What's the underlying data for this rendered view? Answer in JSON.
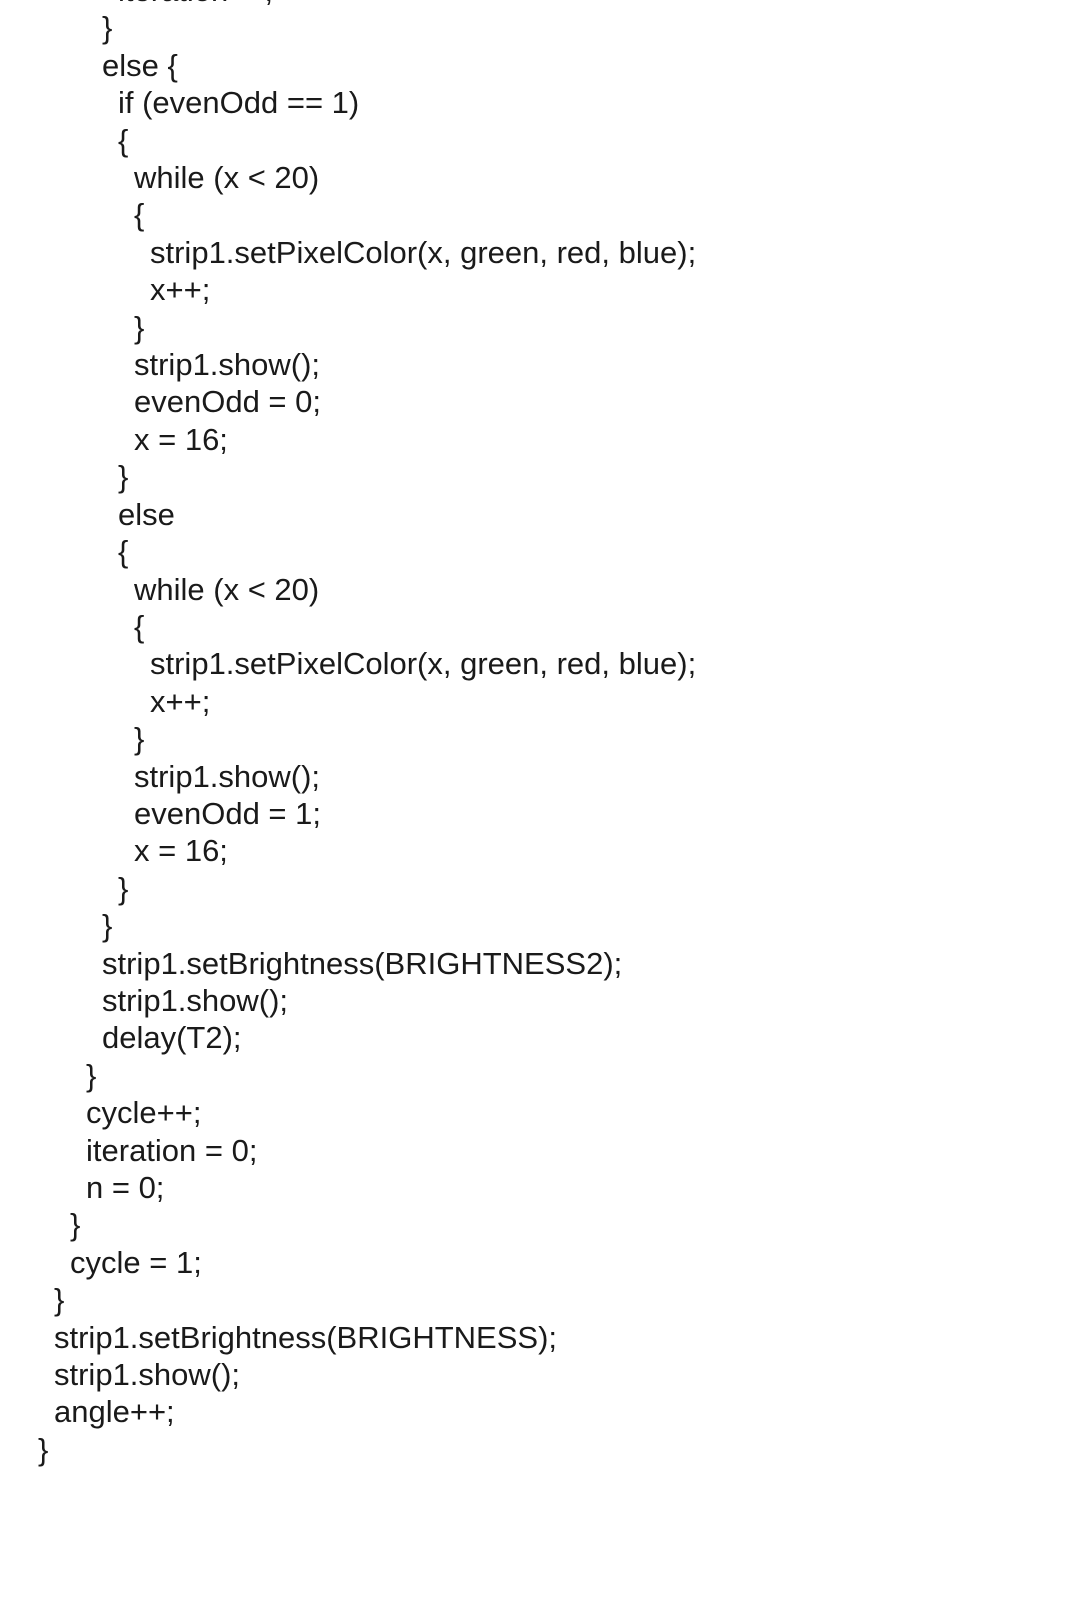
{
  "code": {
    "lines": [
      {
        "indent": 5,
        "text": "iteration++;"
      },
      {
        "indent": 4,
        "text": "}"
      },
      {
        "indent": 4,
        "text": "else {"
      },
      {
        "indent": 5,
        "text": "if (evenOdd == 1)"
      },
      {
        "indent": 5,
        "text": "{"
      },
      {
        "indent": 6,
        "text": "while (x < 20)"
      },
      {
        "indent": 6,
        "text": "{"
      },
      {
        "indent": 7,
        "text": "strip1.setPixelColor(x, green, red, blue);"
      },
      {
        "indent": 7,
        "text": "x++;"
      },
      {
        "indent": 6,
        "text": "}"
      },
      {
        "indent": 6,
        "text": "strip1.show();"
      },
      {
        "indent": 6,
        "text": "evenOdd = 0;"
      },
      {
        "indent": 6,
        "text": "x = 16;"
      },
      {
        "indent": 5,
        "text": "}"
      },
      {
        "indent": 5,
        "text": "else"
      },
      {
        "indent": 5,
        "text": "{"
      },
      {
        "indent": 6,
        "text": "while (x < 20)"
      },
      {
        "indent": 6,
        "text": "{"
      },
      {
        "indent": 7,
        "text": "strip1.setPixelColor(x, green, red, blue);"
      },
      {
        "indent": 7,
        "text": "x++;"
      },
      {
        "indent": 6,
        "text": "}"
      },
      {
        "indent": 6,
        "text": "strip1.show();"
      },
      {
        "indent": 6,
        "text": "evenOdd = 1;"
      },
      {
        "indent": 6,
        "text": "x = 16;"
      },
      {
        "indent": 5,
        "text": "}"
      },
      {
        "indent": 4,
        "text": "}"
      },
      {
        "indent": 4,
        "text": "strip1.setBrightness(BRIGHTNESS2);"
      },
      {
        "indent": 4,
        "text": "strip1.show();"
      },
      {
        "indent": 4,
        "text": "delay(T2);"
      },
      {
        "indent": 3,
        "text": "}"
      },
      {
        "indent": 3,
        "text": "cycle++;"
      },
      {
        "indent": 3,
        "text": "iteration = 0;"
      },
      {
        "indent": 3,
        "text": "n = 0;"
      },
      {
        "indent": 2,
        "text": "}"
      },
      {
        "indent": 2,
        "text": "cycle = 1;"
      },
      {
        "indent": 1,
        "text": "}"
      },
      {
        "indent": 1,
        "text": "strip1.setBrightness(BRIGHTNESS);"
      },
      {
        "indent": 1,
        "text": "strip1.show();"
      },
      {
        "indent": 1,
        "text": "angle++;"
      },
      {
        "indent": 0,
        "text": "}"
      }
    ]
  }
}
